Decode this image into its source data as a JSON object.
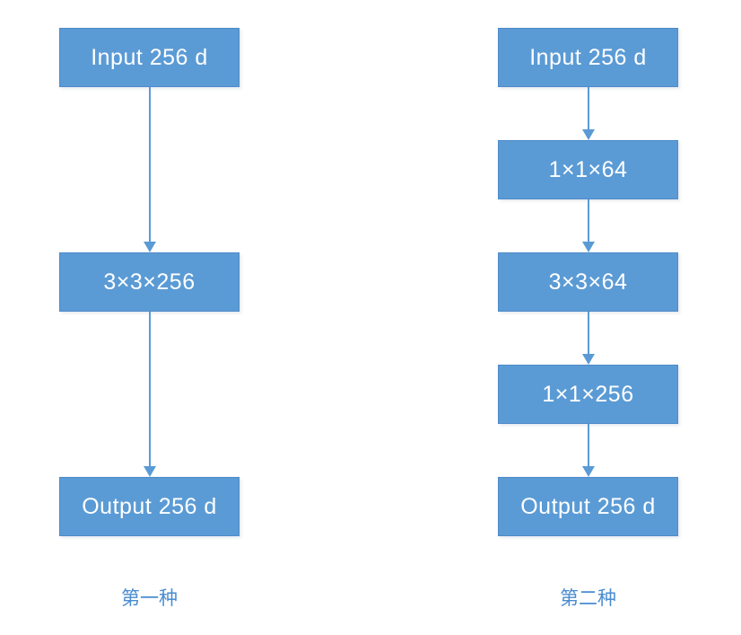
{
  "diagram": {
    "columns": [
      {
        "caption": "第一种",
        "boxes": [
          {
            "label": "Input 256 d"
          },
          {
            "label": "3×3×256"
          },
          {
            "label": "Output 256 d"
          }
        ]
      },
      {
        "caption": "第二种",
        "boxes": [
          {
            "label": "Input 256 d"
          },
          {
            "label": "1×1×64"
          },
          {
            "label": "3×3×64"
          },
          {
            "label": "1×1×256"
          },
          {
            "label": "Output 256 d"
          }
        ]
      }
    ],
    "colors": {
      "background": "#ffffff",
      "box_fill": "#5b9bd5",
      "box_border": "#4f8bc9",
      "box_text": "#ffffff",
      "arrow": "#5b9bd5",
      "caption_text": "#4a8dd0"
    }
  }
}
